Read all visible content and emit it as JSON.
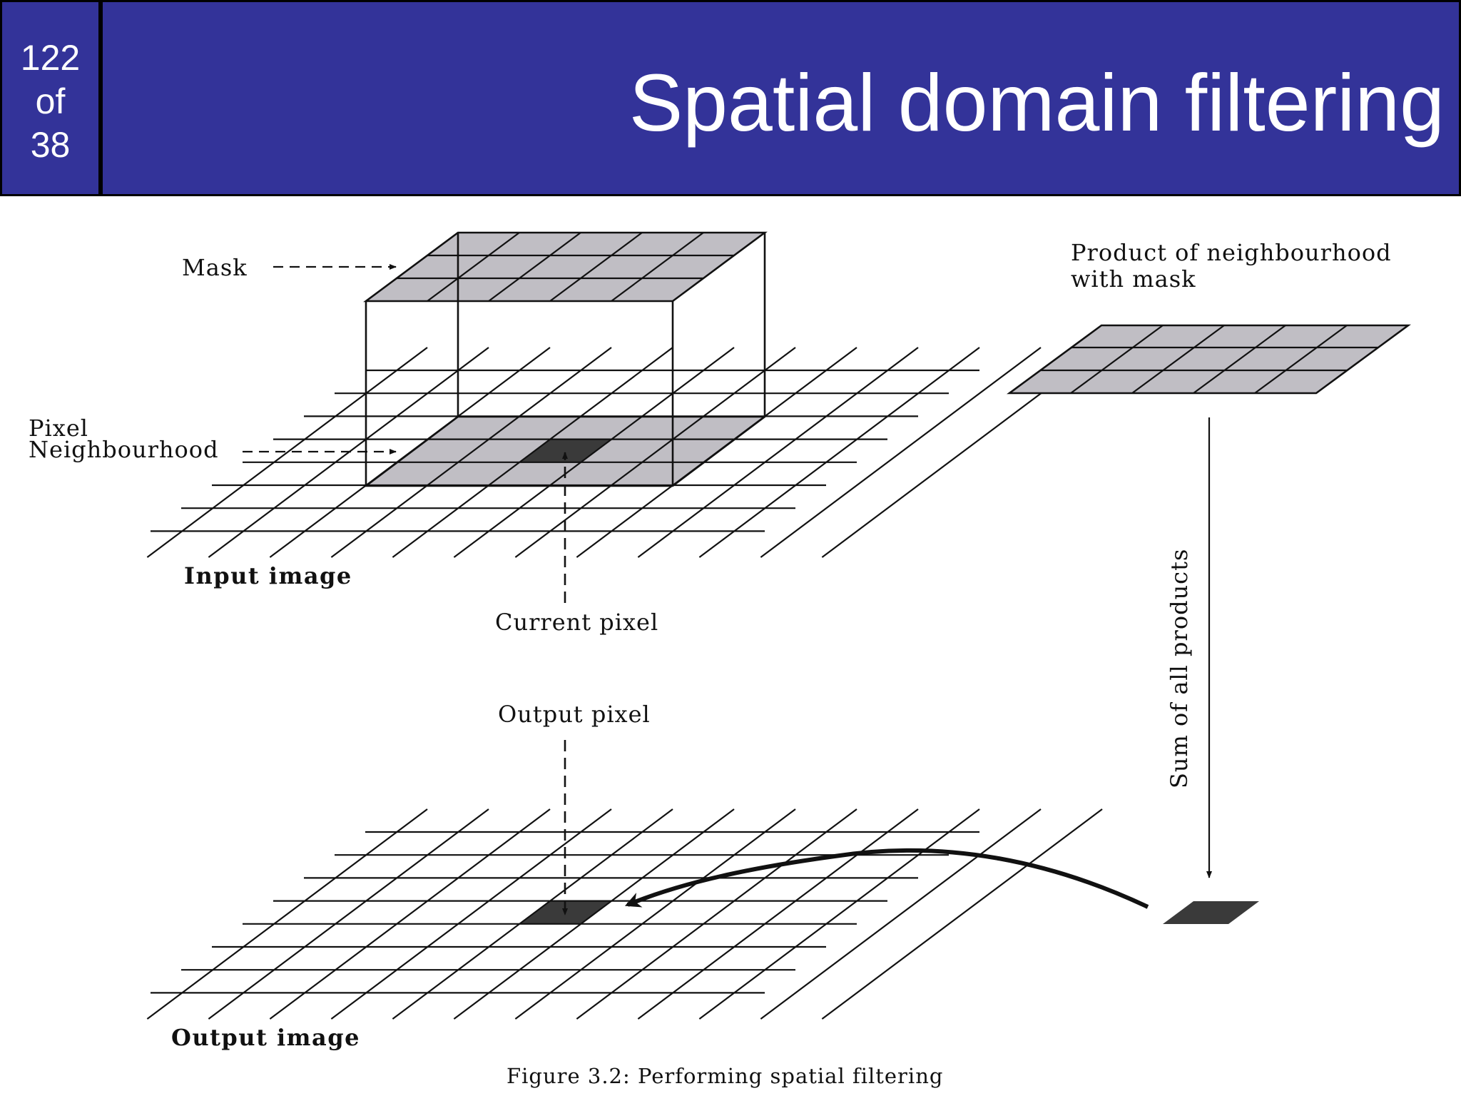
{
  "slide": {
    "page_current": "122",
    "page_of": "of",
    "page_total": "38",
    "title": "Spatial domain filtering"
  },
  "figure": {
    "mask_label": "Mask",
    "pixel_label": "Pixel",
    "neighbourhood_label": "Neighbourhood",
    "input_image_label": "Input image",
    "current_pixel_label": "Current pixel",
    "product_label_line1": "Product of neighbourhood",
    "product_label_line2": "with mask",
    "sum_label": "Sum of all products",
    "output_pixel_label": "Output pixel",
    "output_image_label": "Output image",
    "caption": "Figure 3.2: Performing spatial filtering"
  },
  "colors": {
    "title_bar": "#333399",
    "mask_fill": "#c0bec4",
    "pixel_fill": "#3a3a3a"
  }
}
